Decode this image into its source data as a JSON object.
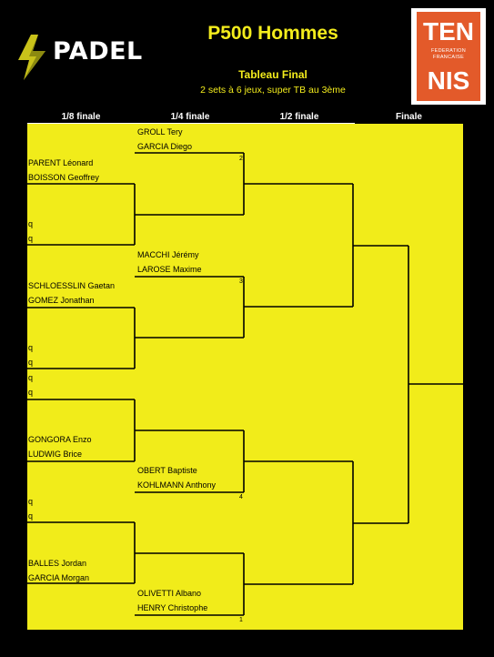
{
  "title": "P500 Hommes",
  "subtitle": "Tableau Final",
  "format": "2 sets à 6 jeux, super TB au 3ème",
  "logo_left_text": "PADEL",
  "logo_right": {
    "top": "TEN",
    "middle": "FEDERATION FRANCAISE",
    "bottom": "NIS"
  },
  "rounds": [
    "1/8 finale",
    "1/4 finale",
    "1/2 finale",
    "Finale"
  ],
  "colors": {
    "board": "#f1ec1a",
    "title": "#f3ec1c",
    "background": "#000000",
    "fft": "#e35a2a"
  },
  "round_of_16": [
    "PARENT Léonard",
    "BOISSON Geoffrey",
    "q",
    "q",
    "SCHLOESSLIN Gaetan",
    "GOMEZ Jonathan",
    "q",
    "q",
    "q",
    "q",
    "GONGORA Enzo",
    "LUDWIG Brice",
    "q",
    "q",
    "BALLES Jordan",
    "GARCIA Morgan"
  ],
  "quarter_seeds": [
    {
      "names": [
        "GROLL Tery",
        "GARCIA Diego"
      ],
      "seed": "2"
    },
    {
      "names": [
        "MACCHI Jérémy",
        "LAROSE Maxime"
      ],
      "seed": "3"
    },
    {
      "names": [
        "OBERT Baptiste",
        "KOHLMANN Anthony"
      ],
      "seed": "4"
    },
    {
      "names": [
        "OLIVETTI Albano",
        "HENRY Christophe"
      ],
      "seed": "1"
    }
  ]
}
